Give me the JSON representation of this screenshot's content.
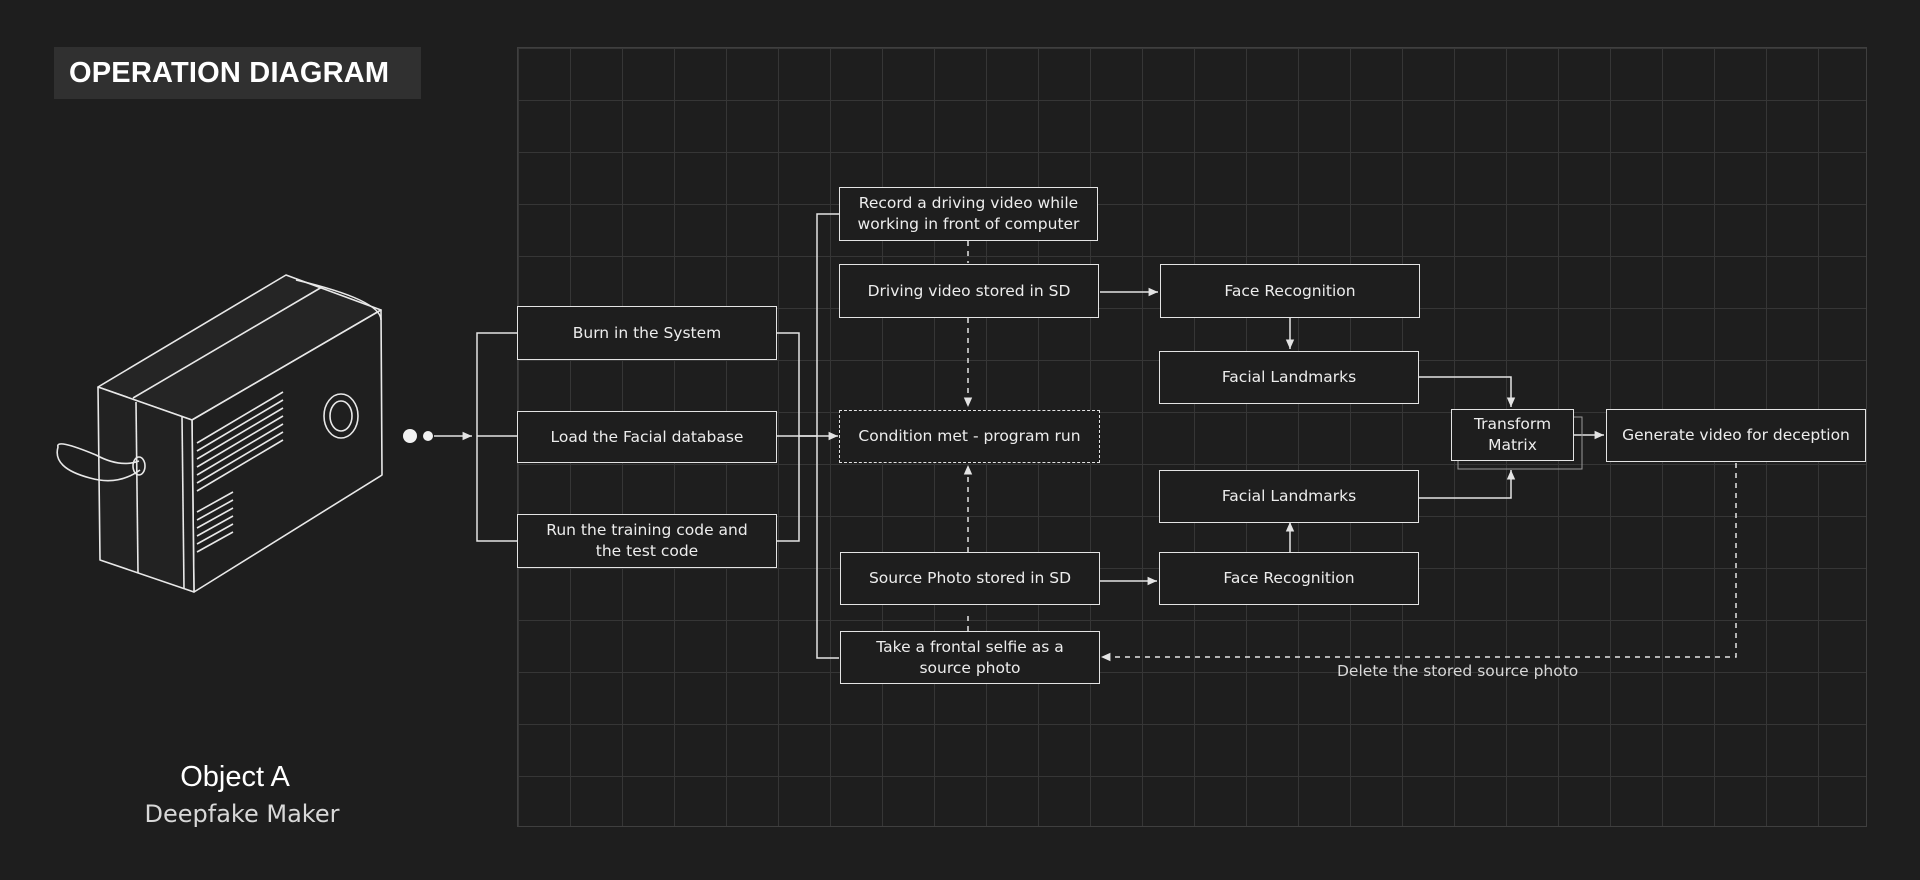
{
  "title": "OPERATION DIAGRAM",
  "object": {
    "name": "Object A",
    "subtitle": "Deepfake Maker"
  },
  "icons": {
    "device": "camera-device-icon",
    "start": "start-dots-icon"
  },
  "colors": {
    "background": "#1e1e1e",
    "grid": "#363636",
    "line": "#e4e4e4",
    "title_bg": "#303030"
  },
  "nodes": {
    "burn": "Burn in the System",
    "load": "Load the Facial database",
    "train": "Run the training code and\nthe test code",
    "record": "Record a driving video while\nworking in front of computer",
    "driving_sd": "Driving video stored in SD",
    "condition": "Condition met - program run",
    "source_sd": "Source Photo stored in SD",
    "selfie": "Take a frontal selfie as a\nsource photo",
    "face_rec_top": "Face Recognition",
    "landmarks_top": "Facial Landmarks",
    "landmarks_bottom": "Facial Landmarks",
    "face_rec_bottom": "Face Recognition",
    "transform": "Transform\nMatrix",
    "generate": "Generate video for deception"
  },
  "edge_labels": {
    "delete": "Delete the stored source photo"
  }
}
